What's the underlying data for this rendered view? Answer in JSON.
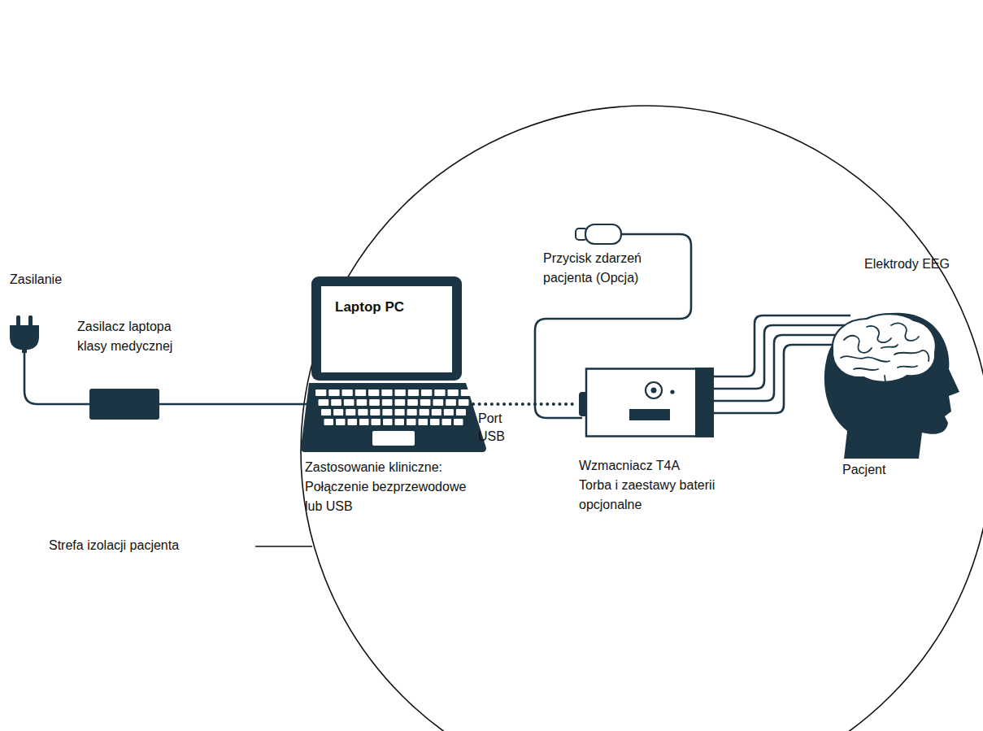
{
  "diagram": {
    "nodes": [
      {
        "text": [
          "Zasilanie"
        ]
      },
      {
        "text": [
          "Zasilacz laptopa klasy medycznej"
        ]
      },
      {
        "text": [
          "Laptop PC",
          "Zastosowanie kliniczne: Połączenie bezprzewodowe lub USB"
        ]
      },
      {
        "text": [
          "Przycisk zdarzeń pacjenta (Opcja)"
        ]
      },
      {
        "text": [
          "Wzmacniacz T4A",
          "Torba i zaestawy baterii opcjonalne"
        ]
      },
      {
        "text": [
          "Pacjent"
        ]
      }
    ],
    "edges": [
      {
        "from": 0,
        "to": 1,
        "arrow": "none"
      },
      {
        "from": 1,
        "to": 2,
        "arrow": "none"
      },
      {
        "from": 2,
        "to": 4,
        "arrow": "none"
      },
      {
        "from": 4,
        "to": 3,
        "arrow": "none"
      },
      {
        "from": 4,
        "to": 5,
        "arrow": "none"
      }
    ],
    "labels": [
      "Port USB",
      "Elektrody EEG",
      "Strefa izolacji pacjenta"
    ]
  }
}
